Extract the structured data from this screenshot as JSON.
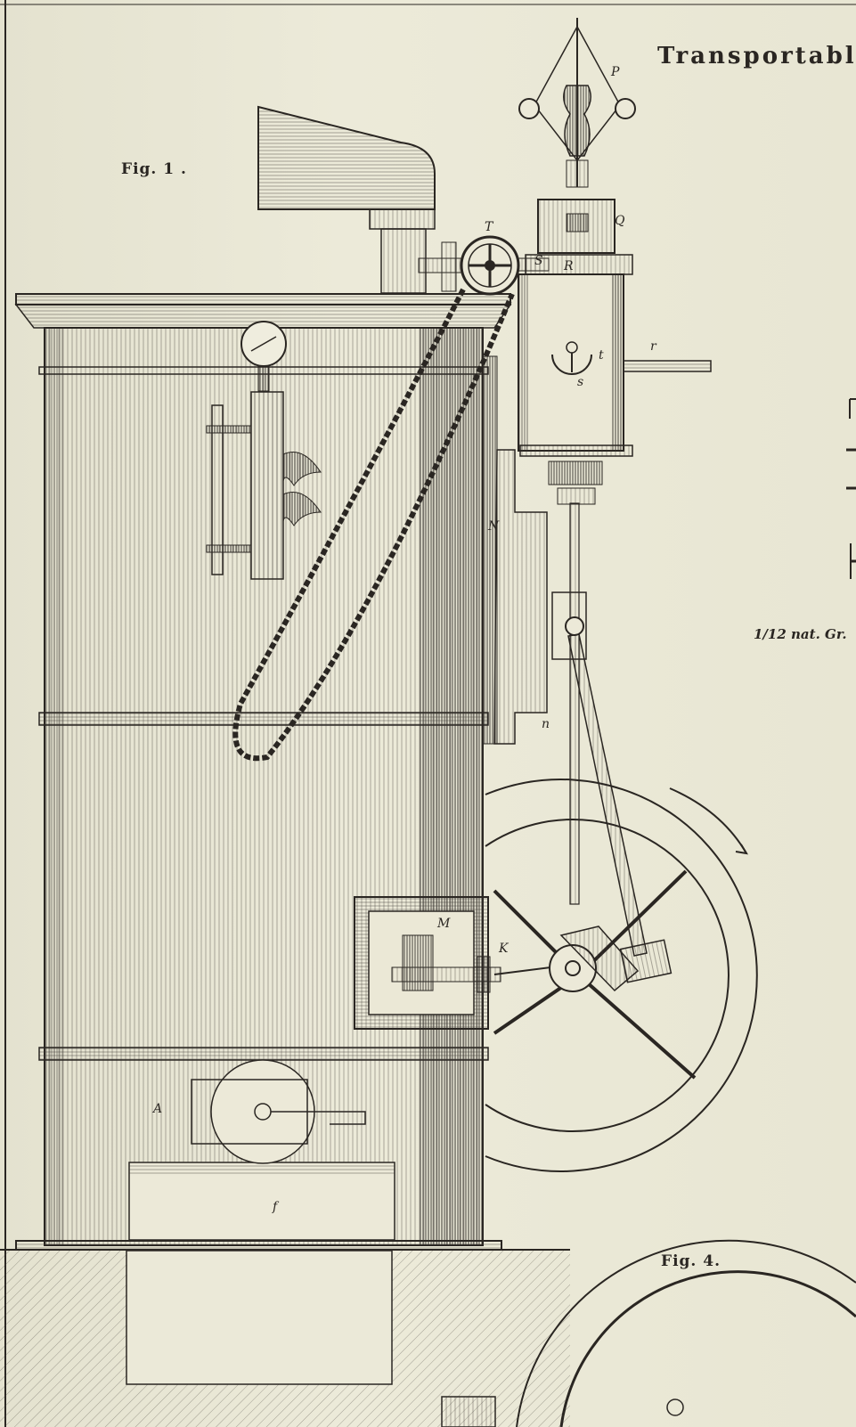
{
  "plate": {
    "title": "Transportable",
    "scale_note": "1/12 nat. Gr."
  },
  "figures": {
    "fig1": "Fig. 1 .",
    "fig4": "Fig. 4."
  },
  "labels": {
    "P": "P",
    "Q": "Q",
    "R": "R",
    "S": "S",
    "T": "T",
    "r": "r",
    "s": "s",
    "t": "t",
    "N": "N",
    "n": "n",
    "M": "M",
    "K": "K",
    "A": "A",
    "f": "f"
  },
  "colors": {
    "ink": "#2a2622",
    "paper": "#e9e6d4"
  }
}
